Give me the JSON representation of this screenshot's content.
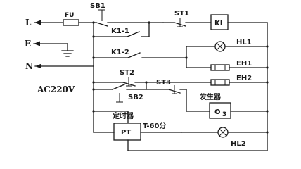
{
  "terminals": {
    "live": "L",
    "earth": "E",
    "neutral": "N"
  },
  "supply": "AC220V",
  "components": {
    "fuse": "FU",
    "stop_button": "SB1",
    "start_button": "SB2",
    "relay_coil": "KI",
    "relay_contact_1": "K1-1",
    "relay_contact_2": "K1-2",
    "thermostat_1": "ST1",
    "thermostat_2": "ST2",
    "thermostat_3": "ST3",
    "lamp_1": "HL1",
    "lamp_2": "HL2",
    "heater_1": "EH1",
    "heater_2": "EH2",
    "generator_label": "发生器",
    "generator": "O",
    "generator_sub": "3",
    "timer_label": "定时器",
    "timer": "PT",
    "timer_setting": "T-60分"
  }
}
